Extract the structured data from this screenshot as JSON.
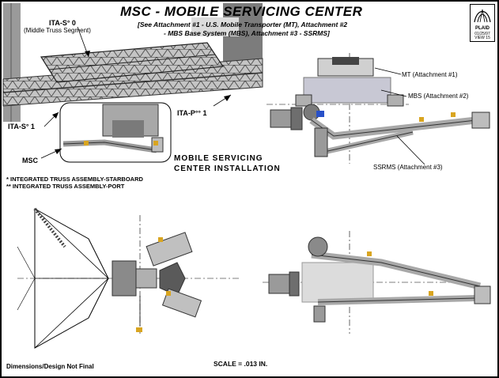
{
  "title": "MSC  - MOBILE SERVICING CENTER",
  "subtitle_line1": "[See  Attachment #1 - U.S. Mobile Transporter (MT), Attachment #2",
  "subtitle_line2": "- MBS Base System (MBS), Attachment #3 - SSRMS]",
  "logo": {
    "word": "PLAID",
    "date_line1": "01/25/97",
    "date_line2": "VIEW 15"
  },
  "labels": {
    "ita_s0": "ITA-S° 0",
    "ita_s0_sub": "(Middle Truss Segment)",
    "ita_s1": "ITA-S° 1",
    "ita_p1": "ITA-P°° 1",
    "msc": "MSC",
    "mt": "MT (Attachment #1)",
    "mbs": "MBS (Attachment #2)",
    "ssrms": "SSRMS (Attachment #3)"
  },
  "install_line1": "MOBILE  SERVICING",
  "install_line2": "CENTER  INSTALLATION",
  "footnotes": [
    "* INTEGRATED TRUSS ASSEMBLY-STARBOARD",
    "** INTEGRATED TRUSS ASSEMBLY-PORT"
  ],
  "footer": {
    "disclaimer": "Dimensions/Design Not Final",
    "scale": "SCALE = .013 IN."
  },
  "colors": {
    "ink": "#000000",
    "metal": "#b8b8b8",
    "metal_dark": "#6e6e6e",
    "accent": "#d9a520",
    "paper": "#ffffff"
  }
}
